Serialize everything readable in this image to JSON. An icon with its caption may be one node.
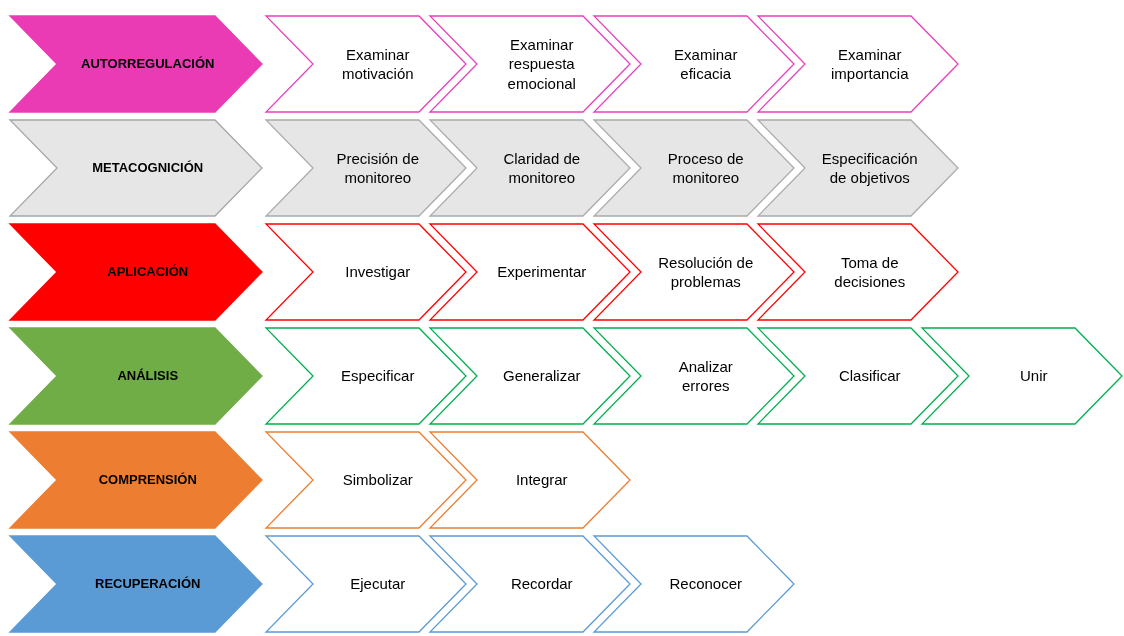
{
  "diagram": {
    "nodes": [
      {
        "text": [
          "AUTORREGULACIÓN"
        ]
      },
      {
        "text": [
          "Examinar motivación"
        ]
      },
      {
        "text": [
          "Examinar respuesta emocional"
        ]
      },
      {
        "text": [
          "Examinar eficacia"
        ]
      },
      {
        "text": [
          "Examinar importancia"
        ]
      },
      {
        "text": [
          "METACOGNICIÓN"
        ]
      },
      {
        "text": [
          "Precisión de monitoreo"
        ]
      },
      {
        "text": [
          "Claridad de monitoreo"
        ]
      },
      {
        "text": [
          "Proceso de monitoreo"
        ]
      },
      {
        "text": [
          "Especificación de objetivos"
        ]
      },
      {
        "text": [
          "APLICACIÓN"
        ]
      },
      {
        "text": [
          "Investigar"
        ]
      },
      {
        "text": [
          "Experimentar"
        ]
      },
      {
        "text": [
          "Resolución de problemas"
        ]
      },
      {
        "text": [
          "Toma de decisiones"
        ]
      },
      {
        "text": [
          "ANÁLISIS"
        ]
      },
      {
        "text": [
          "Especificar"
        ]
      },
      {
        "text": [
          "Generalizar"
        ]
      },
      {
        "text": [
          "Analizar errores"
        ]
      },
      {
        "text": [
          "Clasificar"
        ]
      },
      {
        "text": [
          "Unir"
        ]
      },
      {
        "text": [
          "COMPRENSIÓN"
        ]
      },
      {
        "text": [
          "Simbolizar"
        ]
      },
      {
        "text": [
          "Integrar"
        ]
      },
      {
        "text": [
          "RECUPERACIÓN"
        ]
      },
      {
        "text": [
          "Ejecutar"
        ]
      },
      {
        "text": [
          "Recordar"
        ]
      },
      {
        "text": [
          "Reconocer"
        ]
      }
    ]
  }
}
